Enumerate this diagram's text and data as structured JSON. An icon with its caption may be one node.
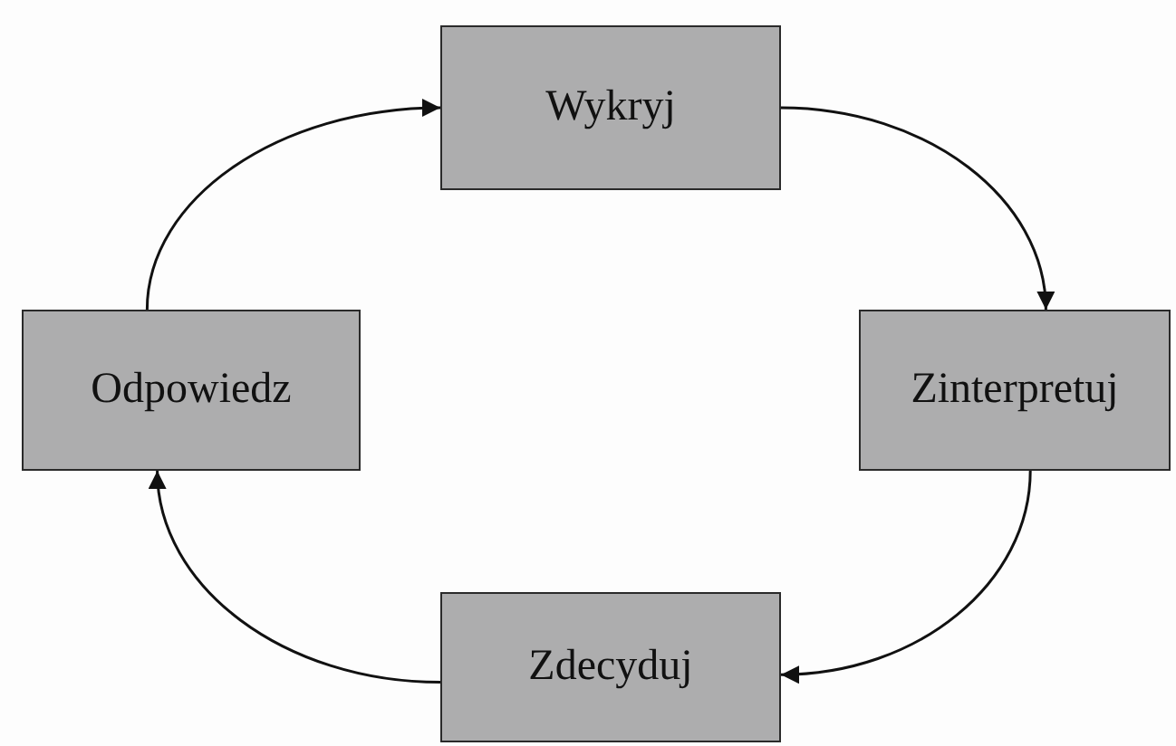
{
  "diagram": {
    "nodes": [
      {
        "text": [
          "Wykryj"
        ]
      },
      {
        "text": [
          "Odpowiedz"
        ]
      },
      {
        "text": [
          "Zinterpretuj"
        ]
      },
      {
        "text": [
          "Zdecyduj"
        ]
      }
    ],
    "edges": [
      {
        "from": 1,
        "to": 0,
        "arrow": "to"
      },
      {
        "from": 0,
        "to": 2,
        "arrow": "to"
      },
      {
        "from": 2,
        "to": 3,
        "arrow": "to"
      },
      {
        "from": 3,
        "to": 1,
        "arrow": "to"
      }
    ]
  }
}
